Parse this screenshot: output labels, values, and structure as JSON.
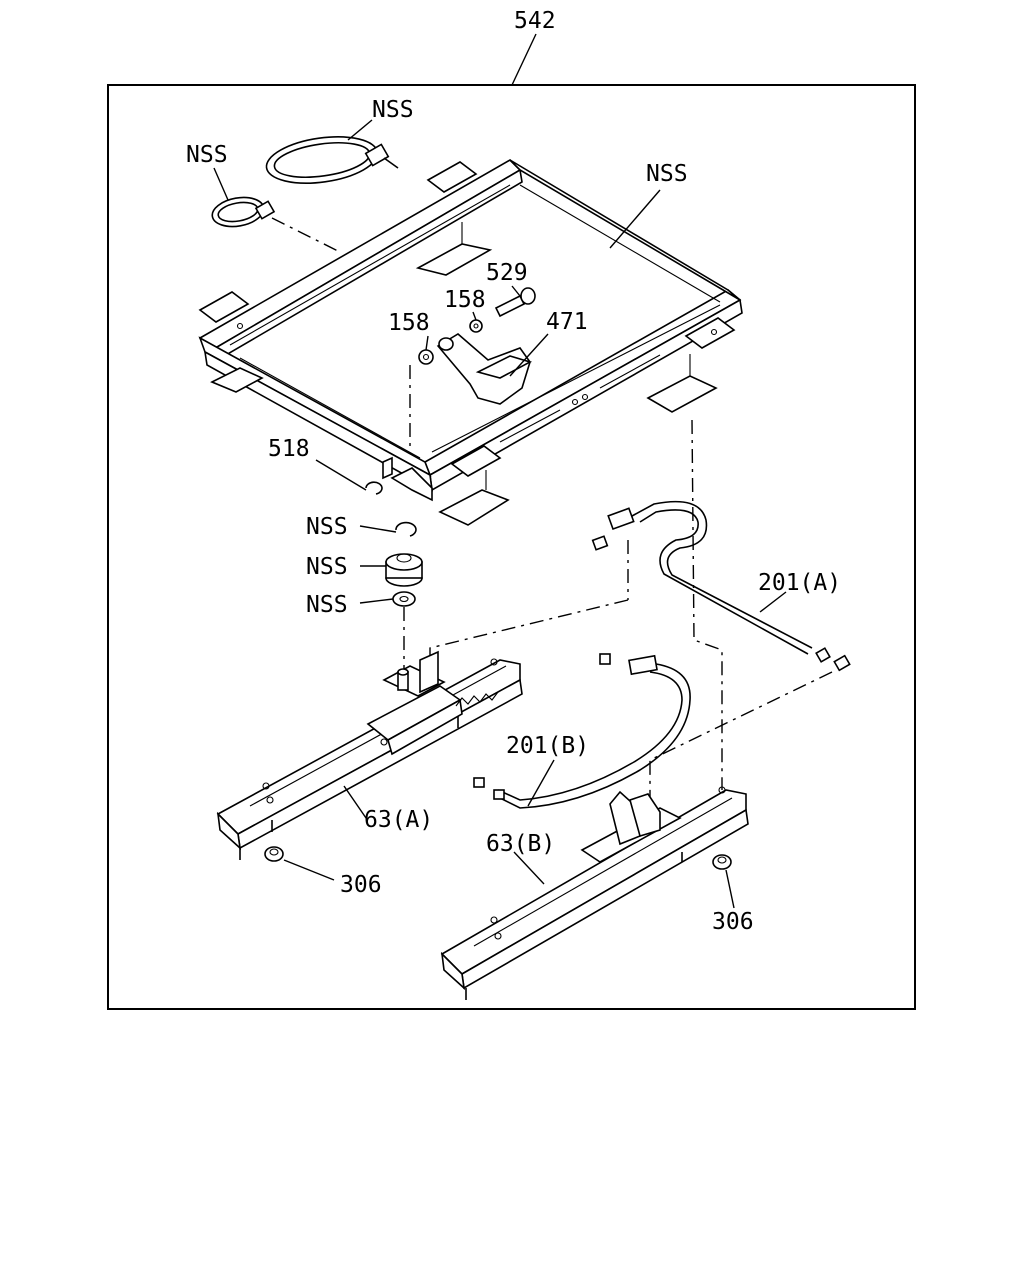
{
  "callouts": {
    "c542": "542",
    "nss_strap_large": "NSS",
    "nss_strap_small": "NSS",
    "nss_frame": "NSS",
    "c529": "529",
    "c158_upper": "158",
    "c158_lower": "158",
    "c471": "471",
    "c518": "518",
    "nss_clip": "NSS",
    "nss_bushing": "NSS",
    "nss_washer": "NSS",
    "c201a": "201(A)",
    "c201b": "201(B)",
    "c63a": "63(A)",
    "c63b": "63(B)",
    "c306_left": "306",
    "c306_right": "306"
  }
}
